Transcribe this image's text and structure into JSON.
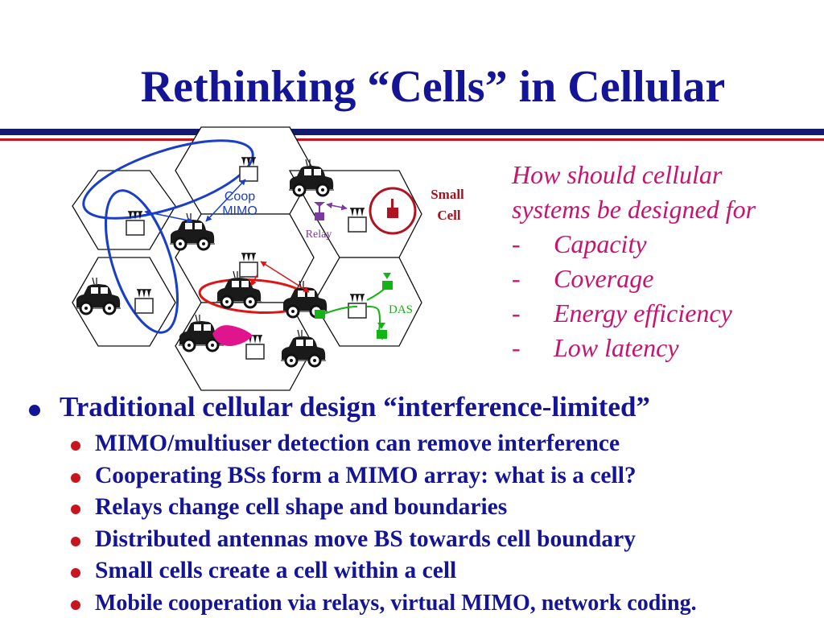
{
  "slide": {
    "title": "Rethinking “Cells” in Cellular",
    "colors": {
      "title": "#141496",
      "accent_red": "#c8141e",
      "question": "#c8146e",
      "coop": "#1a3ec8",
      "relay": "#7a3aa0",
      "das": "#14b414"
    }
  },
  "diagram": {
    "labels": {
      "coop_line1": "Coop",
      "coop_line2": "MIMO",
      "relay": "Relay",
      "small_line1": "Small",
      "small_line2": "Cell",
      "das": "DAS"
    }
  },
  "questions": {
    "intro_line1": "How should cellular",
    "intro_line2": "systems be designed for",
    "items": [
      "Capacity",
      "Coverage",
      "Energy efficiency",
      "Low latency"
    ],
    "dash": "-"
  },
  "bullets": {
    "main": "Traditional cellular design “interference-limited”",
    "sub": [
      "MIMO/multiuser detection can remove interference",
      "Cooperating BSs form a MIMO array: what is a cell?",
      "Relays change cell shape and boundaries",
      "Distributed antennas move BS towards cell boundary",
      "Small cells create a cell within a cell",
      "Mobile cooperation via relays, virtual MIMO, network coding."
    ]
  }
}
